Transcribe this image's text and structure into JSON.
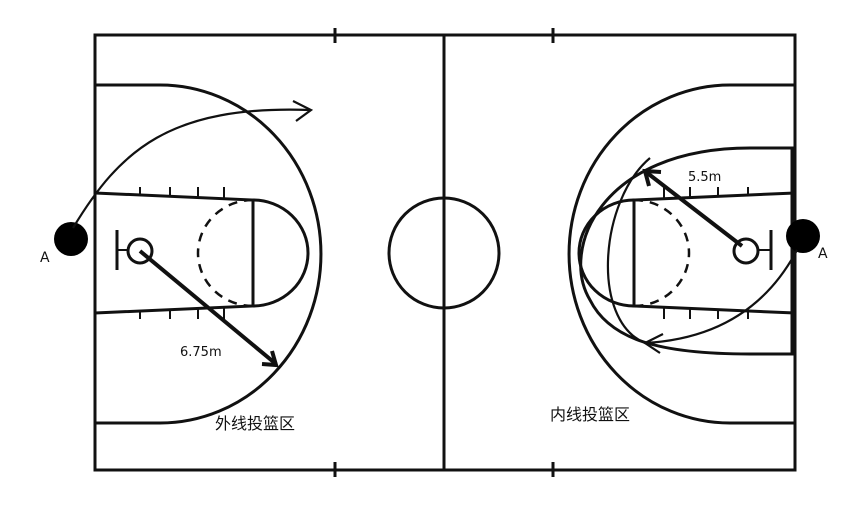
{
  "labels": {
    "player_left": "A",
    "player_right": "A",
    "distance_left": "6.75m",
    "distance_right": "5.5m",
    "zone_outside": "外线投篮区",
    "zone_inside": "内线投篮区"
  }
}
